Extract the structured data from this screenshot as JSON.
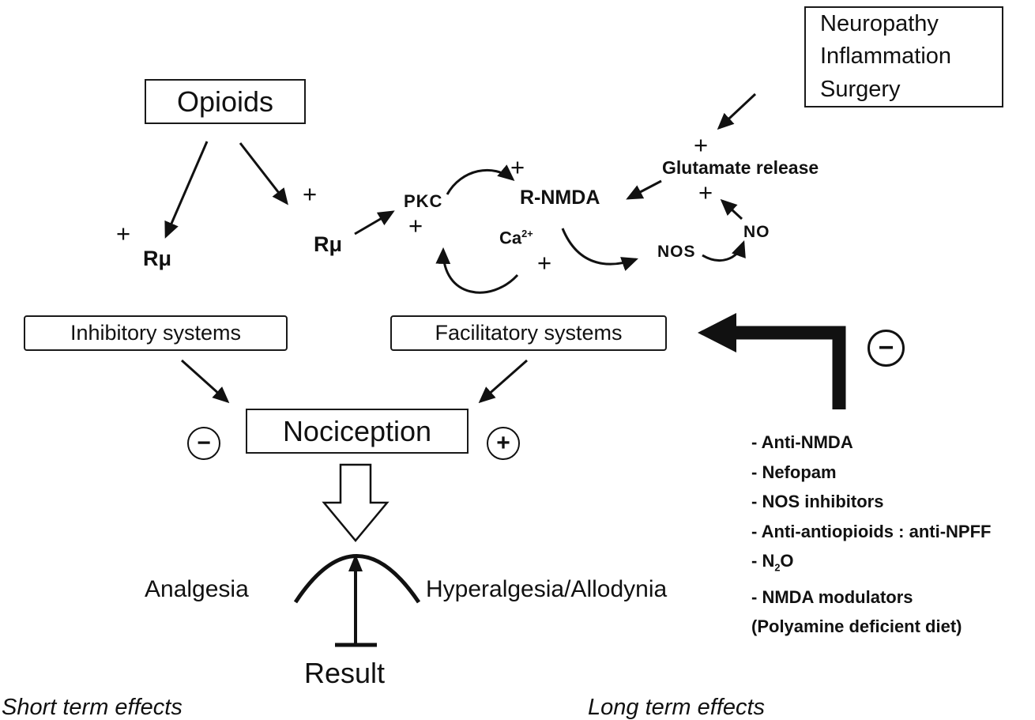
{
  "boxes": {
    "opioids": "Opioids",
    "neuropathy": [
      "Neuropathy",
      "Inflammation",
      "Surgery"
    ],
    "inhibitory": "Inhibitory systems",
    "facilitatory": "Facilitatory systems",
    "nociception": "Nociception"
  },
  "nodes": {
    "rmu_left": "Rμ",
    "rmu_right": "Rμ",
    "pkc": "PKC",
    "r_nmda": "R-NMDA",
    "ca_base": "Ca",
    "ca_sup": "2+",
    "glutamate": "Glutamate release",
    "nos": "NOS",
    "no": "NO"
  },
  "signs": {
    "plus": "+",
    "minus": "−"
  },
  "outcomes": {
    "analgesia": "Analgesia",
    "hyperalgesia": "Hyperalgesia/Allodynia",
    "result": "Result"
  },
  "drugs": {
    "item1": "- Anti-NMDA",
    "item2": "- Nefopam",
    "item3": "- NOS inhibitors",
    "item4": "- Anti-antiopioids : anti-NPFF",
    "item5_prefix": "-  N",
    "item5_sub": "2",
    "item5_suffix": "O",
    "item6": "- NMDA modulators",
    "item7": "(Polyamine deficient diet)"
  },
  "footers": {
    "short_term": "Short term effects",
    "long_term": "Long term effects"
  }
}
